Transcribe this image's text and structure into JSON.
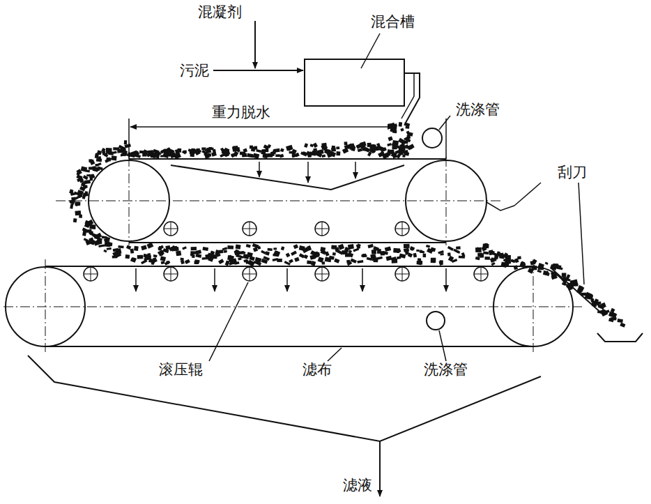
{
  "diagram": {
    "labels": [
      "混凝剂",
      "污泥",
      "混合槽",
      "重力脱水",
      "洗涤管",
      "刮刀",
      "滚压辊",
      "滤布",
      "洗涤管",
      "滤液"
    ]
  }
}
